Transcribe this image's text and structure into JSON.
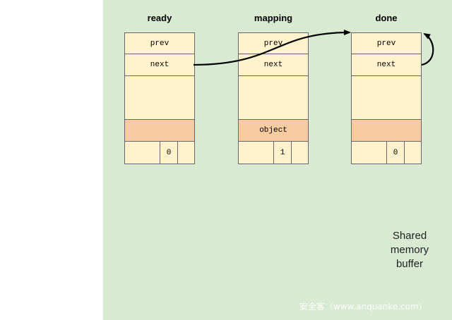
{
  "diagram": {
    "nodes": [
      {
        "title": "ready",
        "prev": "prev",
        "next": "next",
        "object": "",
        "counter": "0"
      },
      {
        "title": "mapping",
        "prev": "prev",
        "next": "next",
        "object": "object",
        "counter": "1"
      },
      {
        "title": "done",
        "prev": "prev",
        "next": "next",
        "object": "",
        "counter": "0"
      }
    ],
    "shared_label_lines": [
      "Shared",
      "memory",
      "buffer"
    ],
    "watermark": "安全客（www.anquanke.com）"
  },
  "colors": {
    "panel": "#d9ead3",
    "node": "#fff2cc",
    "object_band": "#f8cba0",
    "border": "#666666",
    "arrow": "#000000"
  }
}
